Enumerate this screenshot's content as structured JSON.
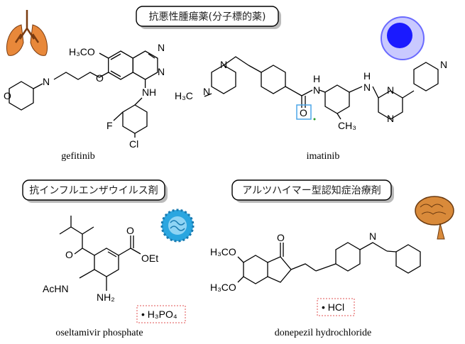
{
  "categories": {
    "anticancer": "抗悪性腫瘍薬(分子標的薬)",
    "antiflu": "抗インフルエンザウイルス剤",
    "alzheimer": "アルツハイマー型認知症治療剤"
  },
  "drugs": {
    "gefitinib": {
      "name": "gefitinib",
      "atoms": {
        "methoxy": "H₃CO",
        "n1": "N",
        "n2": "N",
        "nh_n": "N",
        "nh_h": "H",
        "o": "O",
        "morph_n": "N",
        "morph_o": "O",
        "f": "F",
        "cl": "Cl"
      }
    },
    "imatinib": {
      "name": "imatinib",
      "atoms": {
        "methyl_n": "H₃C",
        "n1": "N",
        "n2": "N",
        "carbonyl_o": "O",
        "nh1": "H",
        "nh1_n": "N",
        "nh2": "H",
        "nh2_n": "N",
        "pyr_n1": "N",
        "pyr_n2": "N",
        "pyridine_n": "N",
        "ch3": "CH₃"
      }
    },
    "oseltamivir": {
      "name": "oseltamivir phosphate",
      "salt": "• H₃PO₄",
      "atoms": {
        "ether_o": "O",
        "carbonyl_o": "O",
        "ester": "OEt",
        "acnh": "AcHN",
        "nh2": "NH₂"
      }
    },
    "donepezil": {
      "name": "donepezil hydrochloride",
      "salt": "• HCl",
      "atoms": {
        "ketone_o": "O",
        "ome1": "H₃CO",
        "ome2": "H₃CO",
        "pip_n": "N"
      }
    }
  },
  "colors": {
    "lung": "#e8883a",
    "cell": "#1a1aff",
    "virus": "#2aa6e0",
    "brain": "#d98a3a",
    "salt_border": "#e05050",
    "highlight": "#4da6e8"
  }
}
